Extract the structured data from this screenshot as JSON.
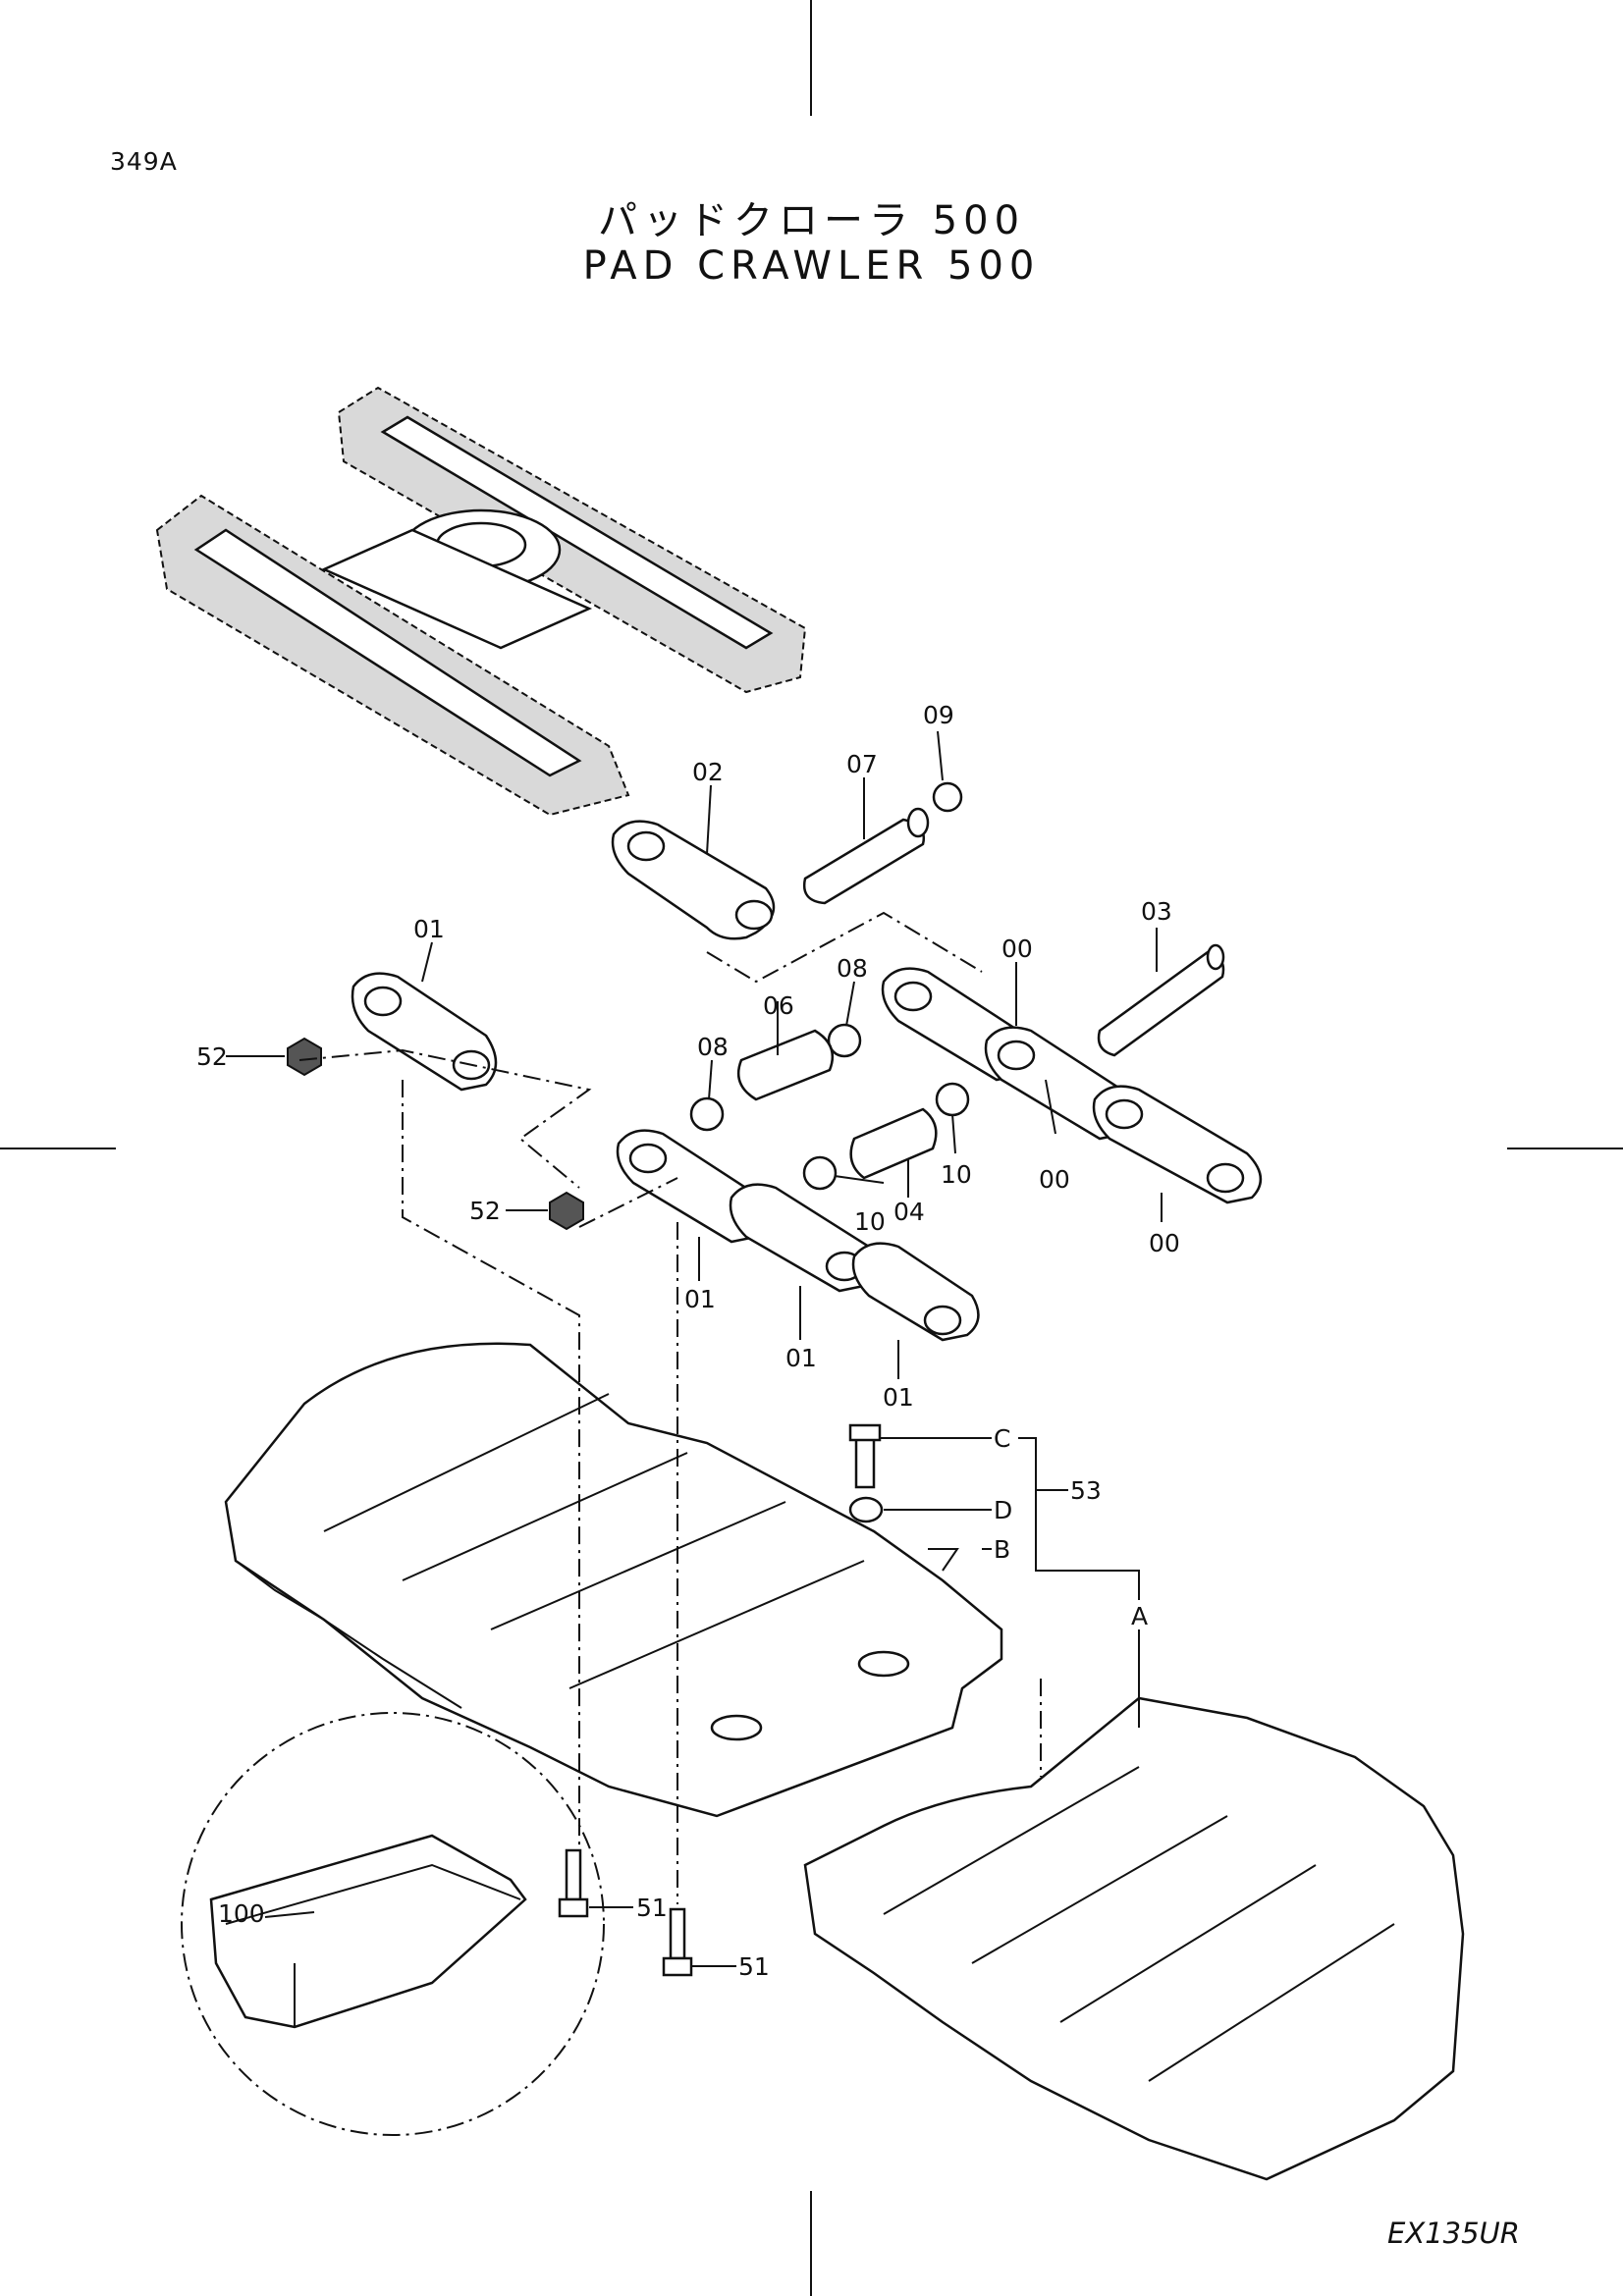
{
  "page_code": "349A",
  "title_jp": "パッドクローラ 500",
  "title_en": "PAD CRAWLER 500",
  "model": "EX135UR",
  "callouts": {
    "c00a": "00",
    "c00b": "00",
    "c00c": "00",
    "c01a": "01",
    "c01b": "01",
    "c01c": "01",
    "c01d": "01",
    "c02": "02",
    "c03": "03",
    "c04": "04",
    "c06": "06",
    "c07": "07",
    "c08a": "08",
    "c08b": "08",
    "c09": "09",
    "c10a": "10",
    "c10b": "10",
    "c51a": "51",
    "c51b": "51",
    "c52a": "52",
    "c52b": "52",
    "c53": "53",
    "c100": "100",
    "cA": "A",
    "cB": "B",
    "cC": "C",
    "cD": "D"
  }
}
